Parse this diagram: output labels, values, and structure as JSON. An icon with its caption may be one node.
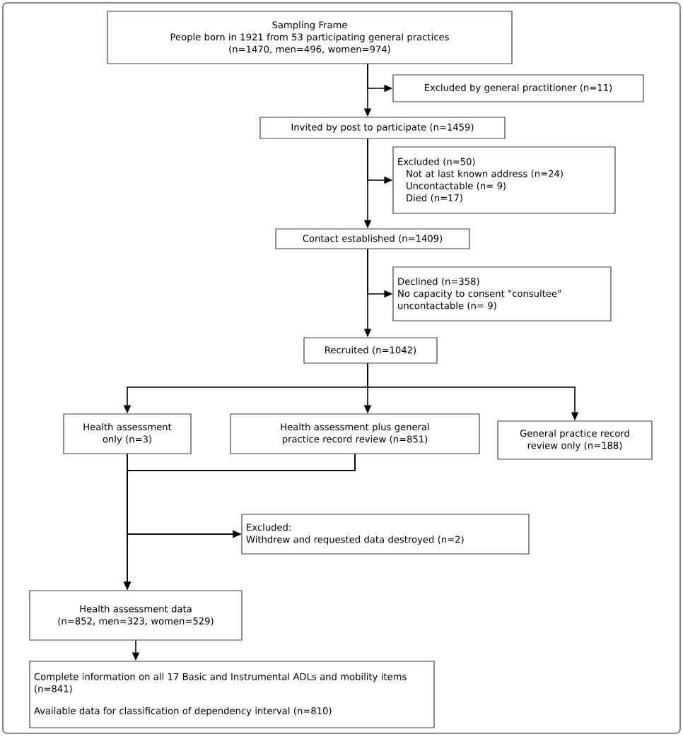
{
  "diagram": {
    "nodes": [
      {
        "text": [
          "Sampling Frame",
          "People born in 1921 from 53 participating general practices",
          "(n=1470, men=496, women=974)"
        ]
      },
      {
        "text": [
          "Excluded by general practitioner (n=11)"
        ]
      },
      {
        "text": [
          "Invited by post to participate (n=1459)"
        ]
      },
      {
        "text": [
          "Excluded (n=50)",
          "Not at last known address (n=24)",
          "Uncontactable (n= 9)",
          "Died (n=17)"
        ]
      },
      {
        "text": [
          "Contact established (n=1409)"
        ]
      },
      {
        "text": [
          "Declined (n=358)",
          "No capacity to consent \"consultee\"",
          "uncontactable (n= 9)"
        ]
      },
      {
        "text": [
          "Recruited (n=1042)"
        ]
      },
      {
        "text": [
          "Health assessment only (n=3)"
        ]
      },
      {
        "text": [
          "Health assessment plus general practice record review (n=851)"
        ]
      },
      {
        "text": [
          "General practice record review only (n=188)"
        ]
      },
      {
        "text": [
          "Excluded:",
          "Withdrew and requested data destroyed (n=2)"
        ]
      },
      {
        "text": [
          "Health assessment data",
          "(n=852, men=323, women=529)"
        ]
      },
      {
        "text": [
          "Complete information on all 17 Basic and Instrumental ADLs and mobility items (n=841)",
          "Available data for classification of dependency interval (n=810)"
        ]
      }
    ],
    "edges": [
      {
        "from": 0,
        "to": 1,
        "arrow": "to"
      },
      {
        "from": 0,
        "to": 2,
        "arrow": "to"
      },
      {
        "from": 2,
        "to": 3,
        "arrow": "to"
      },
      {
        "from": 2,
        "to": 4,
        "arrow": "to"
      },
      {
        "from": 4,
        "to": 5,
        "arrow": "to"
      },
      {
        "from": 4,
        "to": 6,
        "arrow": "to"
      },
      {
        "from": 6,
        "to": 7,
        "arrow": "to"
      },
      {
        "from": 6,
        "to": 8,
        "arrow": "to"
      },
      {
        "from": 6,
        "to": 9,
        "arrow": "to"
      },
      {
        "from": 7,
        "to": 10,
        "arrow": "to"
      },
      {
        "from": 8,
        "to": 10,
        "arrow": "to"
      },
      {
        "from": 7,
        "to": 11,
        "arrow": "to"
      },
      {
        "from": 8,
        "to": 11,
        "arrow": "to"
      },
      {
        "from": 11,
        "to": 12,
        "arrow": "to"
      }
    ]
  }
}
